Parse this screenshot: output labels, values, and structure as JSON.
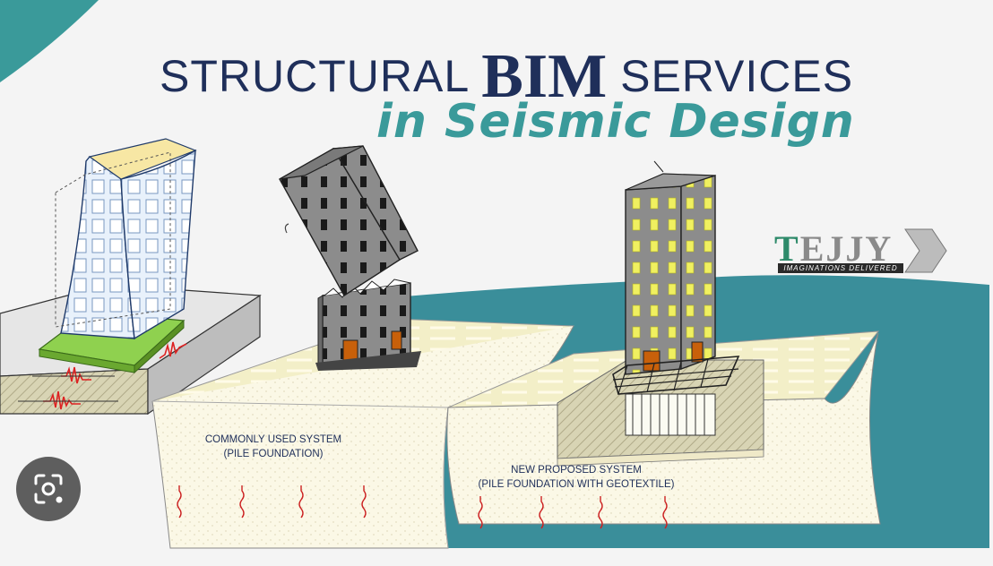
{
  "title": {
    "line1_part1": "STRUCTURAL",
    "line1_part2": "BIM",
    "line1_part3": "SERVICES",
    "line2": "in Seismic  Design"
  },
  "labels": {
    "common_line1": "COMMONLY USED SYSTEM",
    "common_line2": "(PILE FOUNDATION)",
    "proposed_line1": "NEW PROPOSED SYSTEM",
    "proposed_line2": "(PILE FOUNDATION WITH GEOTEXTILE)"
  },
  "logo": {
    "first_letter": "T",
    "rest": "EJJY",
    "tagline": "IMAGINATIONS DELIVERED"
  },
  "lens_button_icon": "lens-search-icon",
  "colors": {
    "teal": "#3a9a9a",
    "navy": "#1f2f5a",
    "green_pad": "#8fd14f",
    "window_yellow": "#f0f060",
    "door_orange": "#c8600a"
  }
}
